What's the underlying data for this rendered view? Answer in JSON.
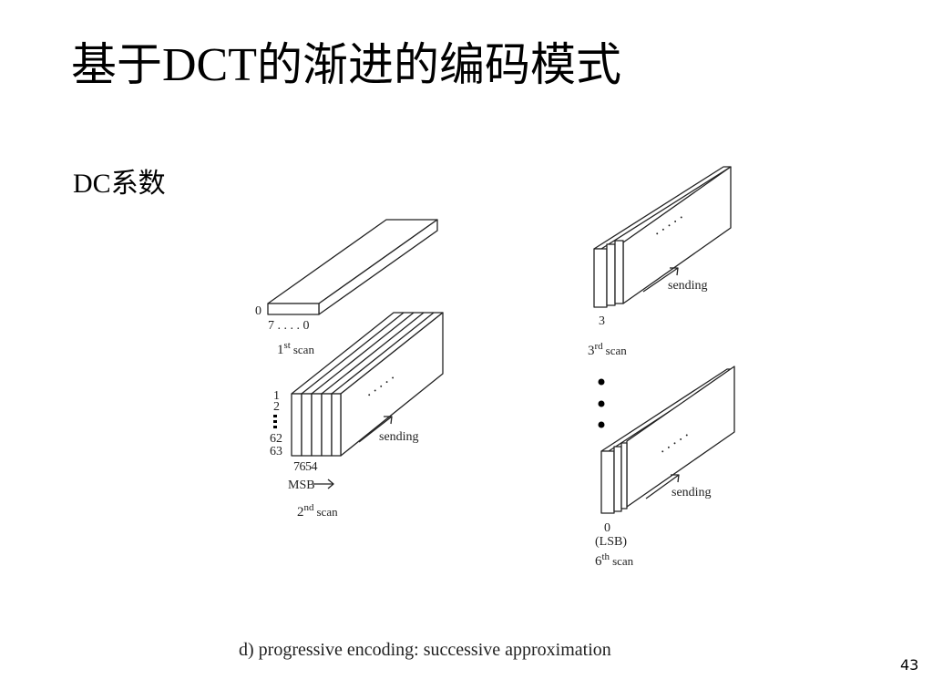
{
  "slide": {
    "title_pre": "基于",
    "title_latin": "DCT",
    "title_post": "的渐进的编码模式",
    "subtitle_latin": "DC",
    "subtitle_post": "系数",
    "caption": "d) progressive encoding: successive approximation",
    "page_number": "43"
  },
  "diagram": {
    "scan1": {
      "top_index": "0",
      "bit_label": "7 . . . . 0",
      "scan_num": "1",
      "scan_sup": "st",
      "scan_word": "scan"
    },
    "scan2": {
      "coef_labels": [
        "1",
        "2",
        "62",
        "63"
      ],
      "bit_labels": "7 6 5 4",
      "msb_label": "MSB",
      "scan_num": "2",
      "scan_sup": "nd",
      "scan_word": "scan",
      "sending": "sending",
      "dots": ". . . . ."
    },
    "scan3": {
      "bit_label": "3",
      "scan_num": "3",
      "scan_sup": "rd",
      "scan_word": "scan",
      "sending": "sending",
      "dots": ". . . . ."
    },
    "scan6": {
      "bit_label": "0",
      "lsb_label": "(LSB)",
      "scan_num": "6",
      "scan_sup": "th",
      "scan_word": "scan",
      "sending": "sending",
      "dots": ". . . . ."
    }
  }
}
